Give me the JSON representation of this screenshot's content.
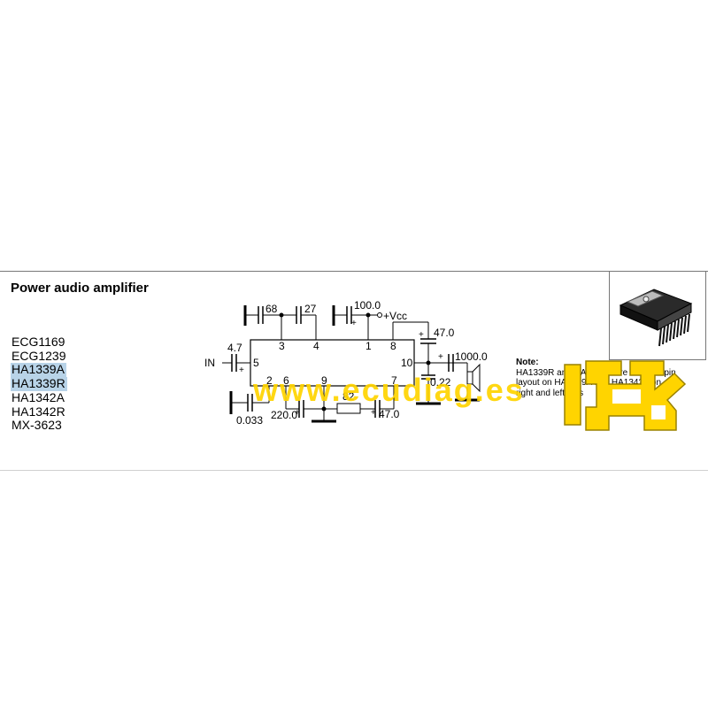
{
  "title": "Power audio amplifier",
  "part_numbers": [
    "ECG1169",
    "ECG1239",
    "HA1339A",
    "HA1339R",
    "HA1342A",
    "HA1342R",
    "MX-3623"
  ],
  "highlighted_parts": [
    "HA1339A",
    "HA1339R"
  ],
  "schematic": {
    "cap_68": "68",
    "cap_27": "27",
    "cap_100": "100.0",
    "vcc_label": "+Vcc",
    "cap_47_top": "47.0",
    "cap_1000": "1000.0",
    "cap_022": "0.22",
    "cap_47_input": "4.7",
    "input_label": "IN",
    "cap_0033": "0.033",
    "cap_220": "220.0",
    "res_82": "82",
    "cap_47_bottom": "47.0",
    "pins": [
      "3",
      "4",
      "1",
      "8",
      "5",
      "10",
      "2",
      "6",
      "9",
      "7"
    ],
    "plus": "+"
  },
  "note": {
    "title": "Note:",
    "lines": [
      "HA1339R and HA1342R are inverted pin",
      "layout on HA1339A and HA1342A on",
      "right and left pins"
    ]
  },
  "watermark": "www.ecudiag.es",
  "colors": {
    "watermark": "#ffd400",
    "highlight": "#b8d3e8",
    "logo": "#ffd400"
  }
}
